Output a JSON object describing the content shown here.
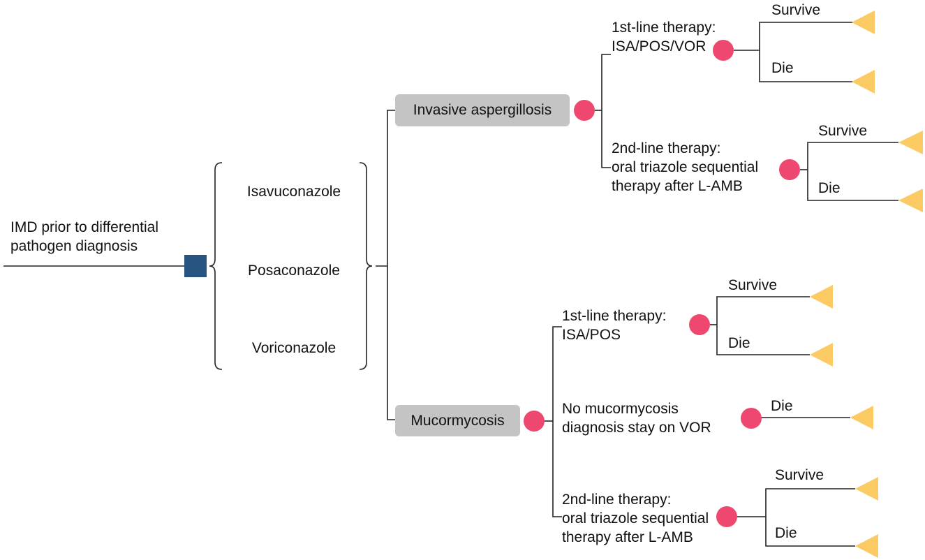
{
  "root": {
    "label_line1": "IMD prior to differential",
    "label_line2": "pathogen diagnosis"
  },
  "strategies": [
    "Isavuconazole",
    "Posaconazole",
    "Voriconazole"
  ],
  "aspergillosis": {
    "label": "Invasive aspergillosis",
    "first_line": {
      "line1": "1st-line therapy:",
      "line2": "ISA/POS/VOR",
      "survive": "Survive",
      "die": "Die"
    },
    "second_line": {
      "line1": "2nd-line therapy:",
      "line2": "oral triazole sequential",
      "line3": "therapy after L-AMB",
      "survive": "Survive",
      "die": "Die"
    }
  },
  "mucormycosis": {
    "label": "Mucormycosis",
    "first_line": {
      "line1": "1st-line therapy:",
      "line2": "ISA/POS",
      "survive": "Survive",
      "die": "Die"
    },
    "no_diagnosis": {
      "line1": "No mucormycosis",
      "line2": "diagnosis stay on VOR",
      "die": "Die"
    },
    "second_line": {
      "line1": "2nd-line therapy:",
      "line2": "oral triazole sequential",
      "line3": "therapy after L-AMB",
      "survive": "Survive",
      "die": "Die"
    }
  },
  "colors": {
    "decision": "#265380",
    "chance": "#ee4870",
    "terminal": "#fcca63",
    "box": "#c4c4c4"
  }
}
